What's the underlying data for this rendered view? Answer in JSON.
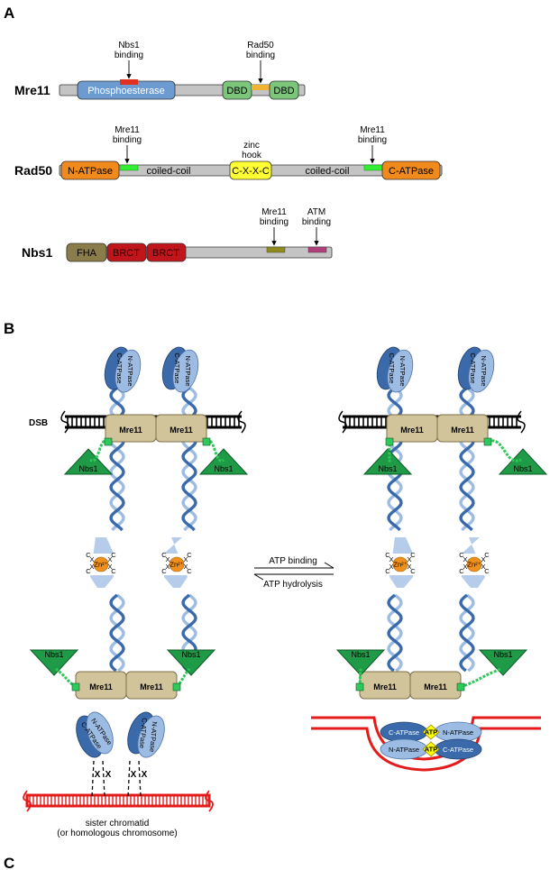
{
  "panels": {
    "a": "A",
    "b": "B",
    "c": "C"
  },
  "mre11": {
    "name": "Mre11",
    "phospho": "Phosphoesterase",
    "dbd1": "DBD",
    "dbd2": "DBD",
    "nbs1_binding": [
      "Nbs1",
      "binding"
    ],
    "rad50_binding": [
      "Rad50",
      "binding"
    ]
  },
  "rad50": {
    "name": "Rad50",
    "n_atpase": "N-ATPase",
    "coil1": "coiled-coil",
    "hook": "C-X-X-C",
    "coil2": "coiled-coil",
    "c_atpase": "C-ATPase",
    "mre11_binding_left": [
      "Mre11",
      "binding"
    ],
    "zinc_hook": [
      "zinc",
      "hook"
    ],
    "mre11_binding_right": [
      "Mre11",
      "binding"
    ]
  },
  "nbs1": {
    "name": "Nbs1",
    "fha": "FHA",
    "brct1": "BRCT",
    "brct2": "BRCT",
    "mre11_binding": [
      "Mre11",
      "binding"
    ],
    "atm_binding": [
      "ATM",
      "binding"
    ]
  },
  "panel_b": {
    "dsb": "DSB",
    "mre11": "Mre11",
    "nbs1": "Nbs1",
    "n_atpase": "N-ATPase",
    "c_atpase": "C-ATPase",
    "atp": "ATP",
    "zn": "Zn²⁺",
    "x": "X",
    "c": "C",
    "arrow_forward": "ATP binding",
    "arrow_reverse": "ATP hydrolysis",
    "sister": [
      "sister chromatid",
      "(or homologous chromosome)"
    ]
  },
  "colors": {
    "phospho": "#6d9bd1",
    "dbd": "#7cc67c",
    "rad50_binding": "#f2b233",
    "nbs1_binding_site": "#e03020",
    "atpase": "#f08a1c",
    "hook": "#ffff33",
    "mre11_site": "#33ee33",
    "fha": "#8b7d4a",
    "brct": "#c0161b",
    "nbs1_mre11_site": "#8f8a1e",
    "atm_site": "#b0407a",
    "backbone": "#c4c4c4",
    "mre11_complex": "#d2c49a",
    "nbs1_tri": "#1f9a46",
    "rad50_dark": "#3a6aaa",
    "rad50_light": "#9cbce3",
    "dna_red": "#e31b1b",
    "atp_yellow": "#ffff00",
    "zn_orange": "#f0901c"
  }
}
